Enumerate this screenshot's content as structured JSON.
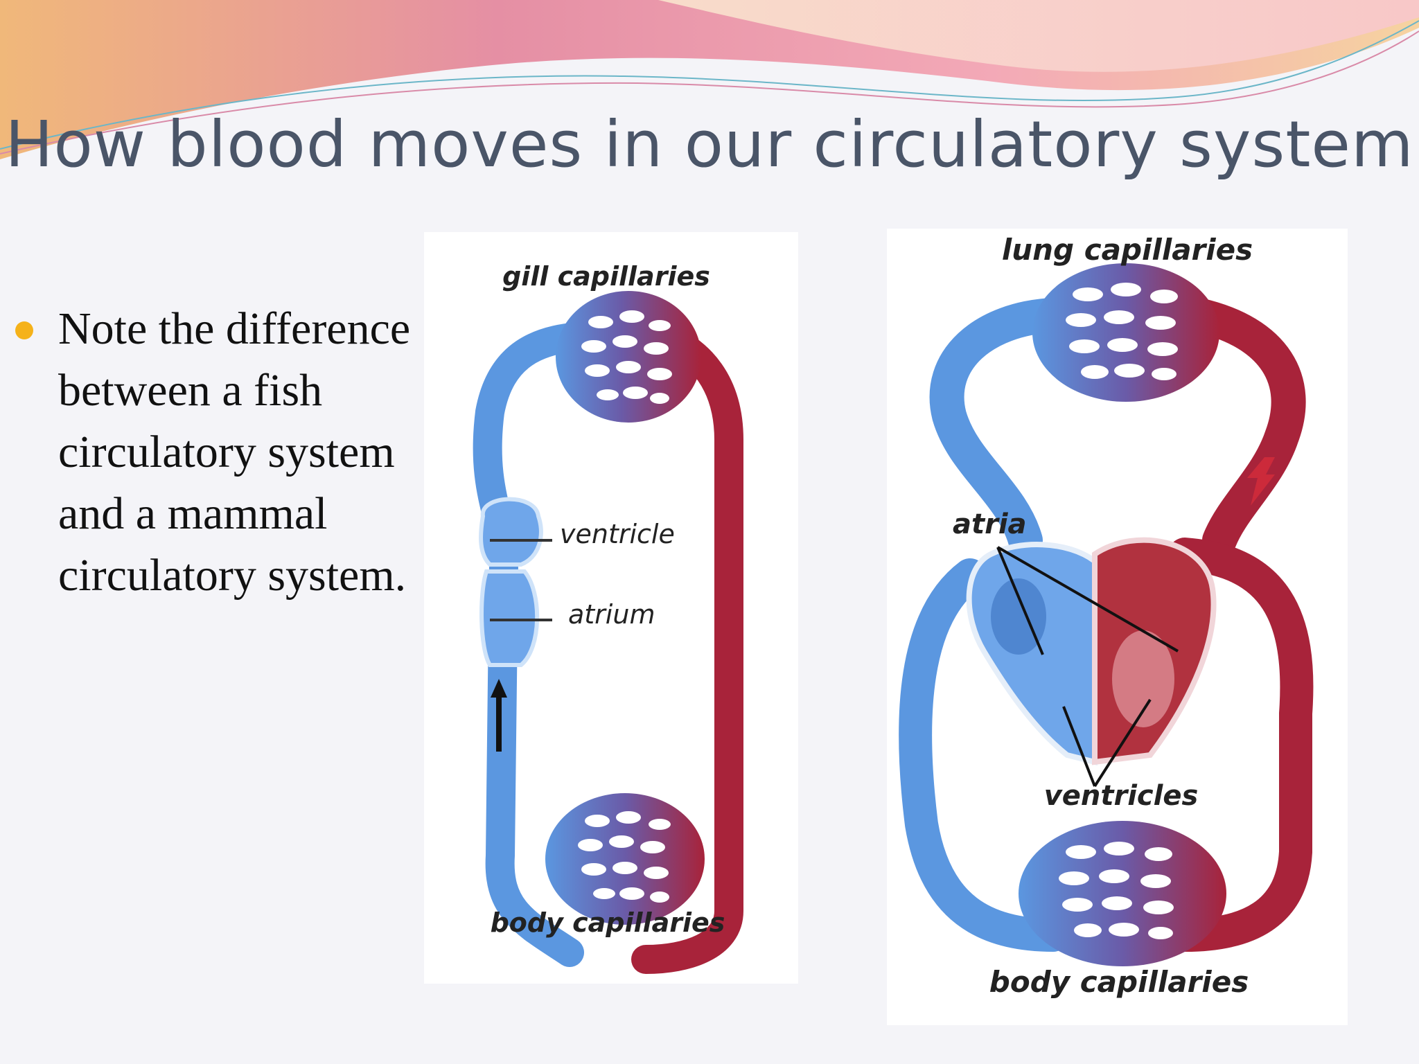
{
  "slide": {
    "title": "How blood moves in our circulatory system",
    "bullet": "Note the difference between a fish circulatory system and a mammal circulatory system."
  },
  "fish_diagram": {
    "top_label": "gill capillaries",
    "ventricle_label": "ventricle",
    "atrium_label": "atrium",
    "bottom_label": "body capillaries"
  },
  "mammal_diagram": {
    "top_label": "lung capillaries",
    "atria_label": "atria",
    "ventricles_label": "ventricles",
    "bottom_label": "body capillaries"
  },
  "colors": {
    "oxygenated": "#a8233a",
    "deoxygenated": "#5b97e0",
    "bullet": "#f5b21a",
    "title": "#4a5568"
  }
}
